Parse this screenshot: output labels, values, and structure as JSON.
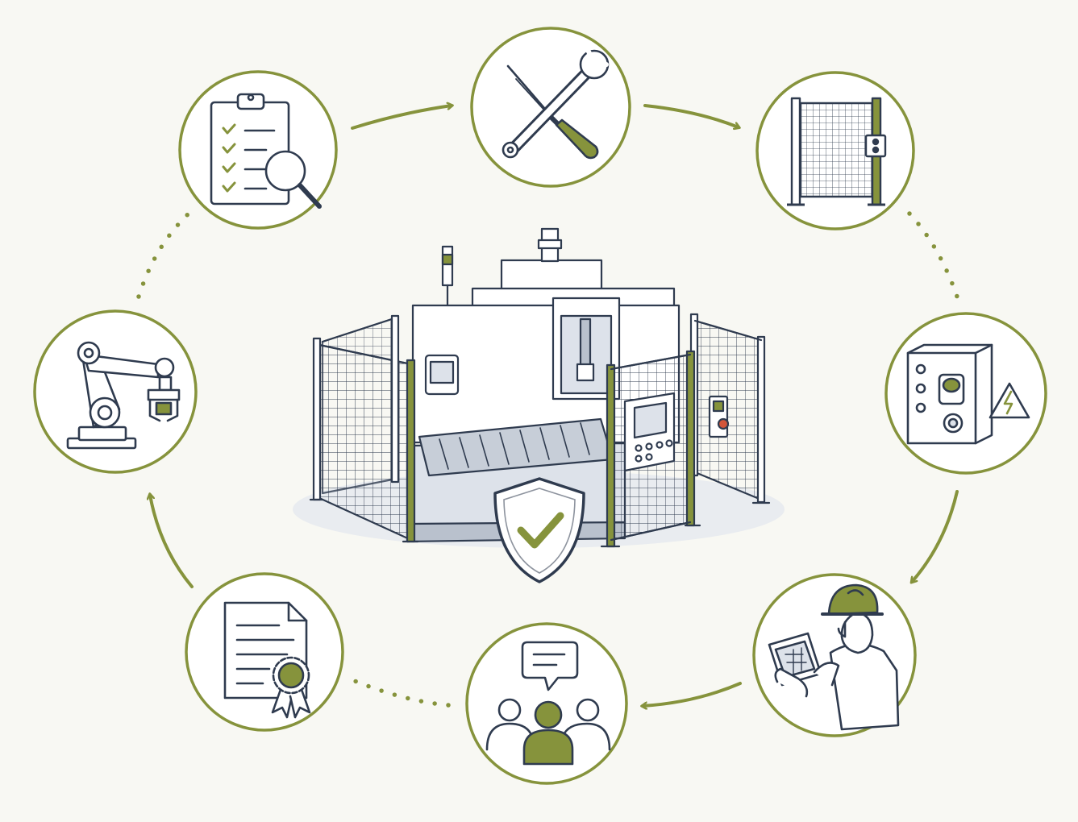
{
  "colors": {
    "background": "#f8f8f3",
    "accent": "#86933c",
    "accent_dark": "#6f7b2e",
    "ink": "#2f3b4f",
    "steel_light": "#dde2ea",
    "steel_mid": "#b9c1cd",
    "alert": "#d2553a"
  },
  "center": {
    "icon": "shield-check-icon",
    "subject": "guarded-machine-cell-icon"
  },
  "steps": [
    {
      "id": "inspection",
      "icon": "clipboard-checklist-magnifier-icon"
    },
    {
      "id": "tools",
      "icon": "wrench-screwdriver-icon"
    },
    {
      "id": "fencing",
      "icon": "mesh-fence-panel-icon"
    },
    {
      "id": "controls",
      "icon": "control-box-high-voltage-icon"
    },
    {
      "id": "field-engineer",
      "icon": "engineer-hardhat-tablet-icon"
    },
    {
      "id": "team-review",
      "icon": "team-discussion-icon"
    },
    {
      "id": "certification",
      "icon": "certificate-seal-icon"
    },
    {
      "id": "robotics",
      "icon": "robot-arm-icon"
    }
  ],
  "connectors": [
    {
      "from": "inspection",
      "to": "tools",
      "style": "arrow"
    },
    {
      "from": "tools",
      "to": "fencing",
      "style": "arrow"
    },
    {
      "from": "fencing",
      "to": "controls",
      "style": "dotted"
    },
    {
      "from": "controls",
      "to": "field-engineer",
      "style": "arrow"
    },
    {
      "from": "field-engineer",
      "to": "team-review",
      "style": "arrow"
    },
    {
      "from": "team-review",
      "to": "certification",
      "style": "dotted"
    },
    {
      "from": "certification",
      "to": "robotics",
      "style": "arrow"
    },
    {
      "from": "robotics",
      "to": "inspection",
      "style": "dotted"
    }
  ]
}
